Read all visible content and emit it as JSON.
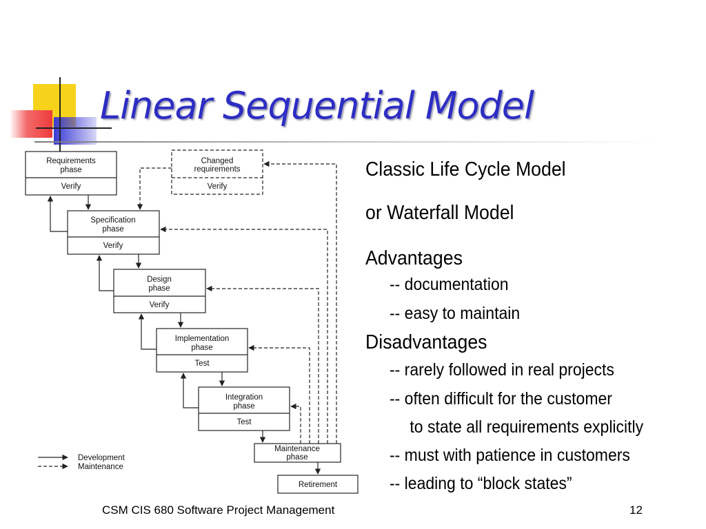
{
  "slide": {
    "title": "Linear Sequential Model",
    "page_number": "12",
    "footer": "CSM CIS 680 Software Project Management"
  },
  "diagram": {
    "boxes": {
      "requirements": {
        "line1": "Requirements",
        "line2": "phase",
        "verify": "Verify"
      },
      "changed": {
        "line1": "Changed",
        "line2": "requirements",
        "verify": "Verify"
      },
      "specification": {
        "line1": "Specification",
        "line2": "phase",
        "verify": "Verify"
      },
      "design": {
        "line1": "Design",
        "line2": "phase",
        "verify": "Verify"
      },
      "implementation": {
        "line1": "Implementation",
        "line2": "phase",
        "verify": "Test"
      },
      "integration": {
        "line1": "Integration",
        "line2": "phase",
        "verify": "Test"
      },
      "maintenance": {
        "line1": "Maintenance",
        "line2": "phase"
      },
      "retirement": {
        "label": "Retirement"
      }
    },
    "legend": {
      "development": "Development",
      "maintenance": "Maintenance"
    }
  },
  "content": {
    "line1": "Classic Life Cycle Model",
    "line2": "or Waterfall Model",
    "advantages_heading": "Advantages",
    "advantages": [
      "-- documentation",
      "-- easy to maintain"
    ],
    "disadvantages_heading": "Disadvantages",
    "disadvantages": [
      "-- rarely followed in real projects",
      "-- often difficult for the customer",
      "to state all requirements explicitly",
      "-- must with patience in customers",
      "-- leading to “block states”"
    ]
  }
}
